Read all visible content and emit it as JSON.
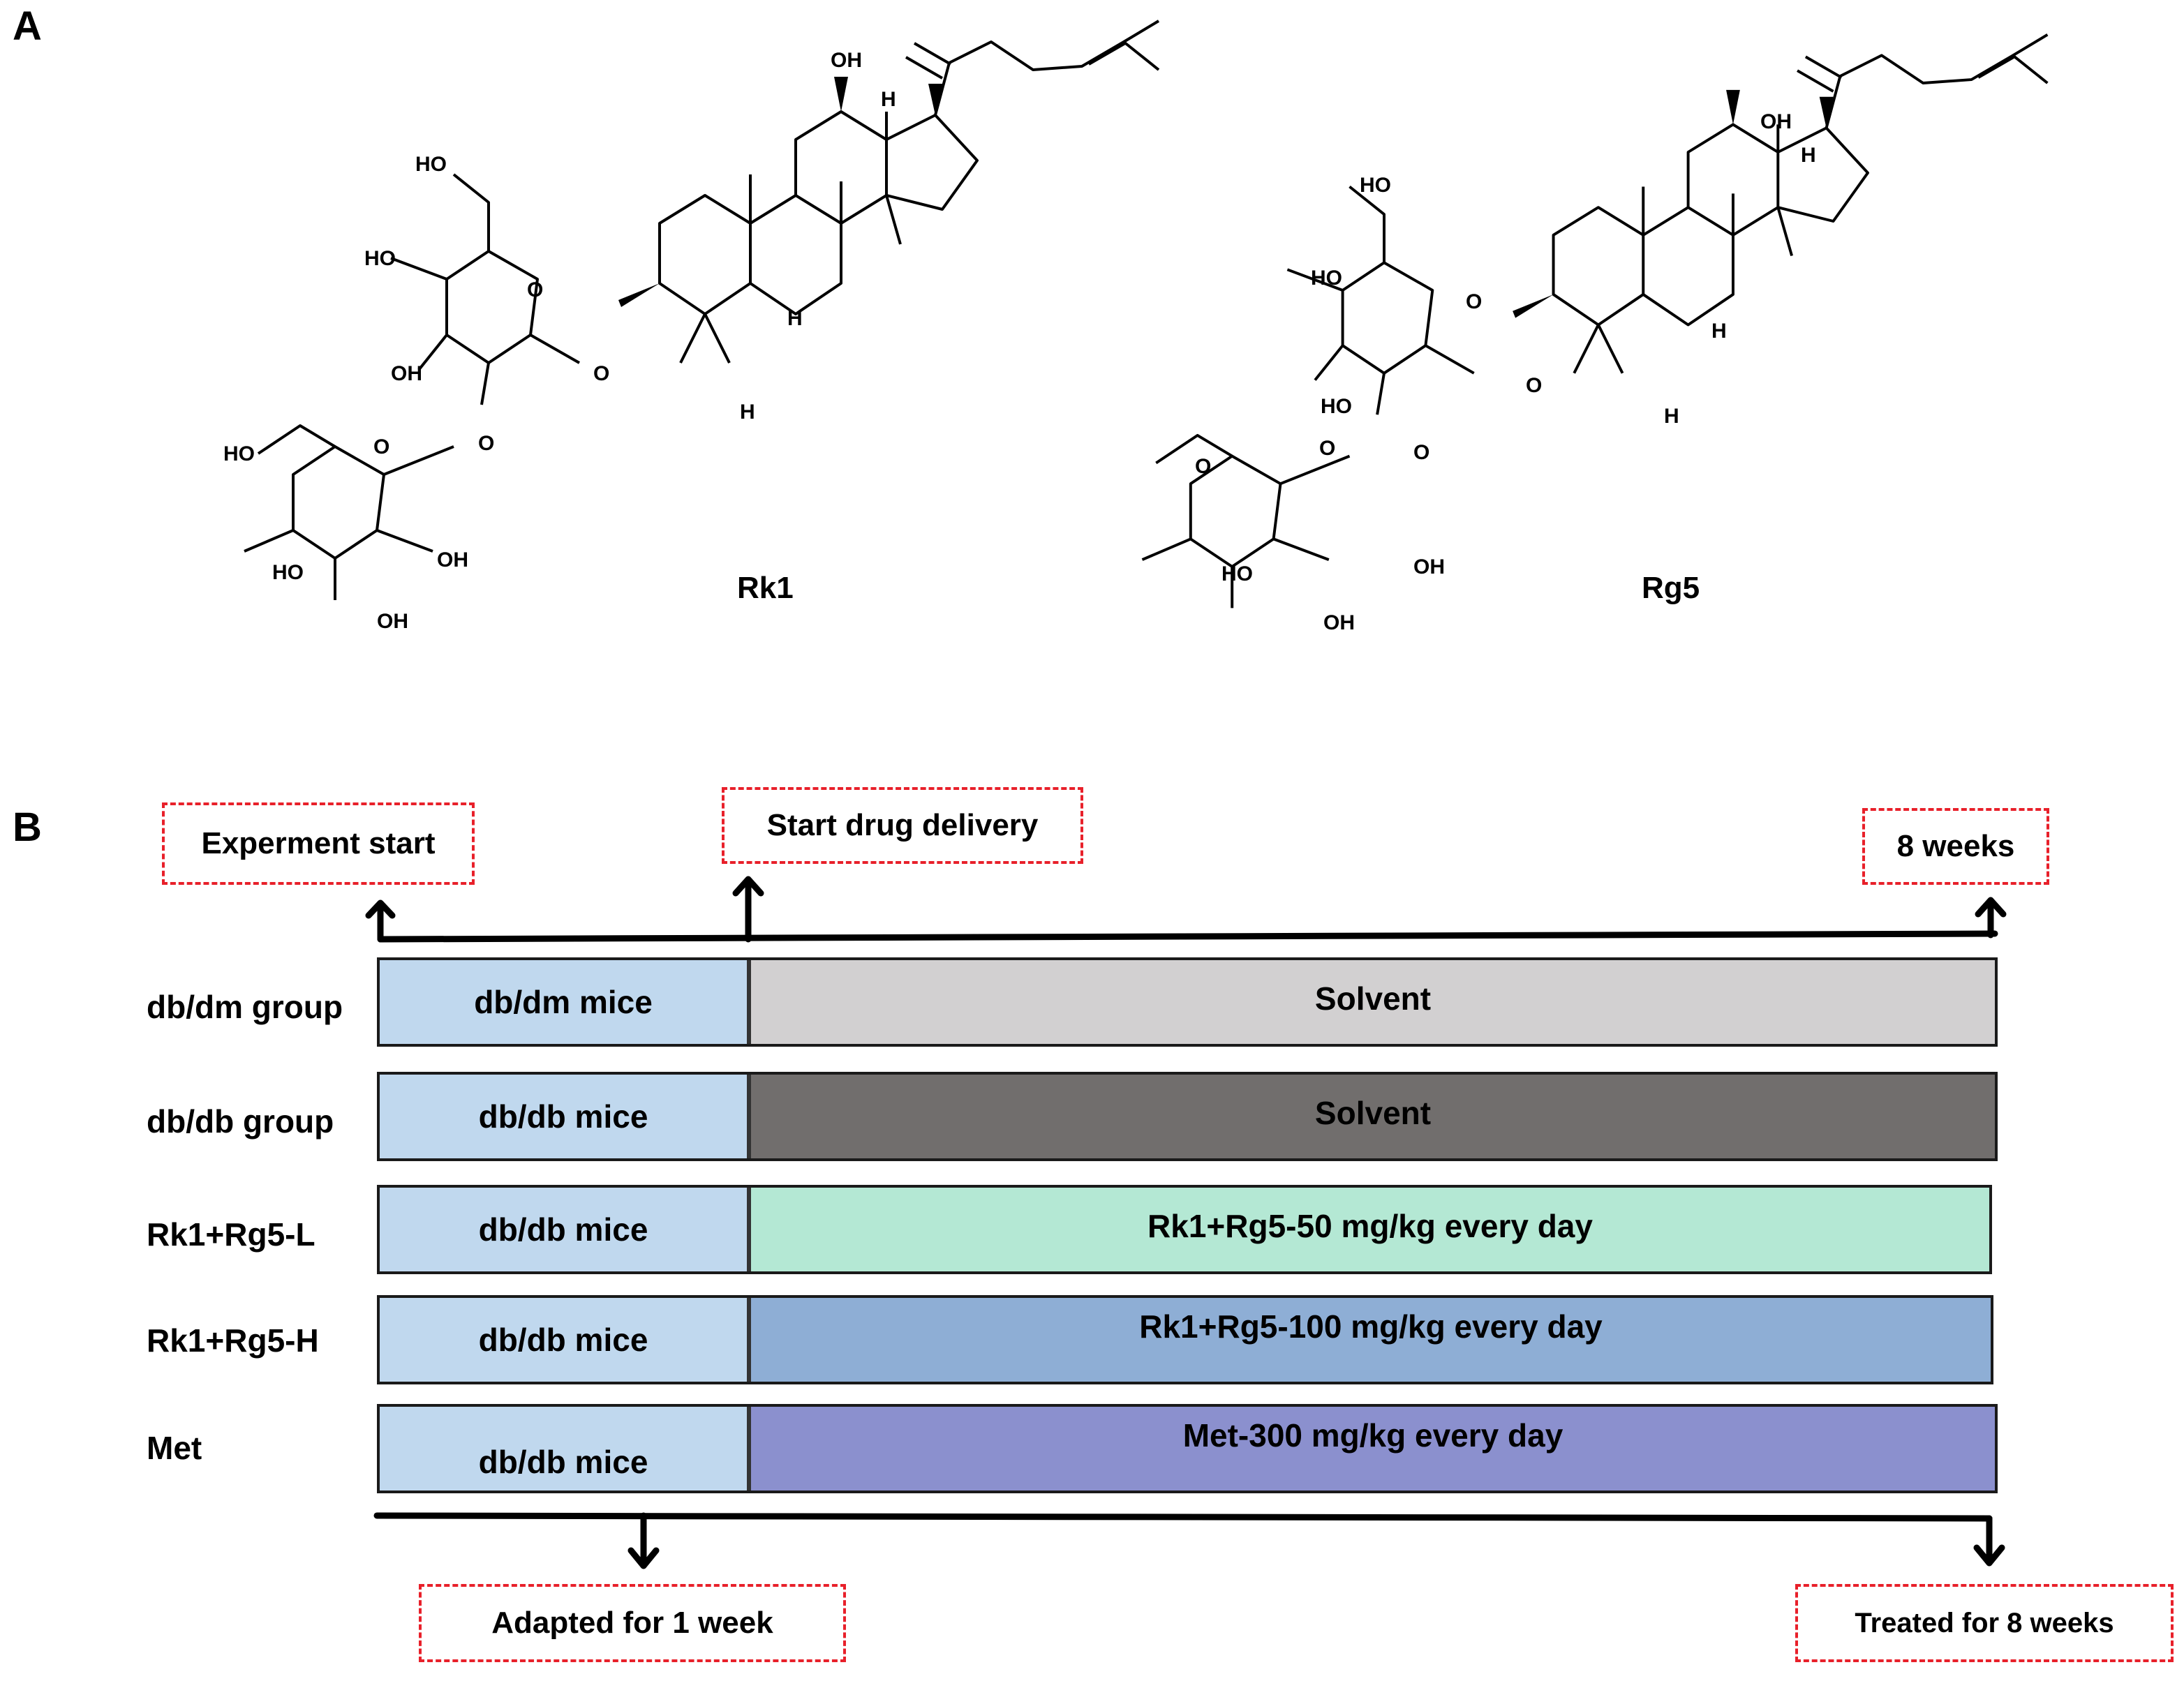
{
  "panels": {
    "a": "A",
    "b": "B"
  },
  "molecules": {
    "rk1": {
      "name": "Rk1"
    },
    "rg5": {
      "name": "Rg5"
    },
    "atom_labels": {
      "oh": "OH",
      "ho": "HO",
      "h": "H",
      "o": "O",
      "o_alone": "O"
    }
  },
  "timeline": {
    "top_boxes": {
      "start": "Experment start",
      "drug": "Start drug delivery",
      "end": "8 weeks"
    },
    "bottom_boxes": {
      "adapted": "Adapted  for 1 week",
      "treated": "Treated for 8 weeks"
    },
    "groups": [
      {
        "label": "db/dm group",
        "mice": "db/dm mice",
        "treatment": "Solvent",
        "color": "#d2d0d1"
      },
      {
        "label": "db/db group",
        "mice": "db/db  mice",
        "treatment": "Solvent",
        "color": "#716e6d"
      },
      {
        "label": "Rk1+Rg5-L",
        "mice": "db/db  mice",
        "treatment": "Rk1+Rg5-50 mg/kg every day",
        "color": "#b4e8d4"
      },
      {
        "label": "Rk1+Rg5-H",
        "mice": "db/db  mice",
        "treatment": "Rk1+Rg5-100 mg/kg every day",
        "color": "#8eaed5"
      },
      {
        "label": "Met",
        "mice": "db/db  mice",
        "treatment": "Met-300 mg/kg  every day",
        "color": "#8b90ce"
      }
    ],
    "colors": {
      "mice_segment": "#c0d8ee",
      "dash_border": "#e8202a"
    }
  }
}
